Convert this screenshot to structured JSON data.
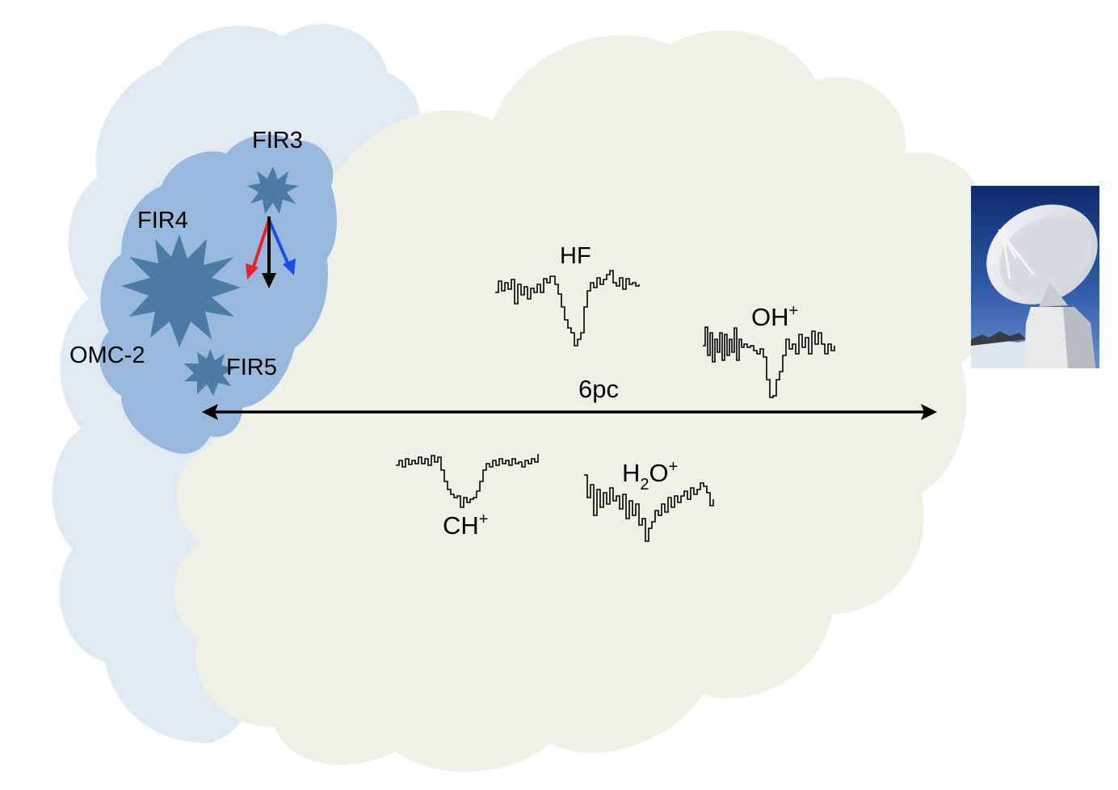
{
  "labels": {
    "fir3": "FIR3",
    "fir4": "FIR4",
    "fir5": "FIR5",
    "omc2": "OMC-2",
    "distance": "6pc",
    "hf": "HF",
    "oh_main": "OH",
    "oh_sup": "+",
    "ch_main": "CH",
    "ch_sup": "+",
    "h2o_h": "H",
    "h2o_sub": "2",
    "h2o_o": "O",
    "h2o_sup": "+"
  },
  "colors": {
    "outer_cloud": "#e1e9f3",
    "inner_cloud": "#98b9dd",
    "big_cloud": "#eff1e6",
    "stars": "#4c7ca5",
    "outflow_red": "#e8232b",
    "outflow_blue": "#1b4fe0",
    "outflow_black": "#000000",
    "spectra": "#000000"
  },
  "icons": {
    "telescope": "radio-telescope-icon"
  }
}
